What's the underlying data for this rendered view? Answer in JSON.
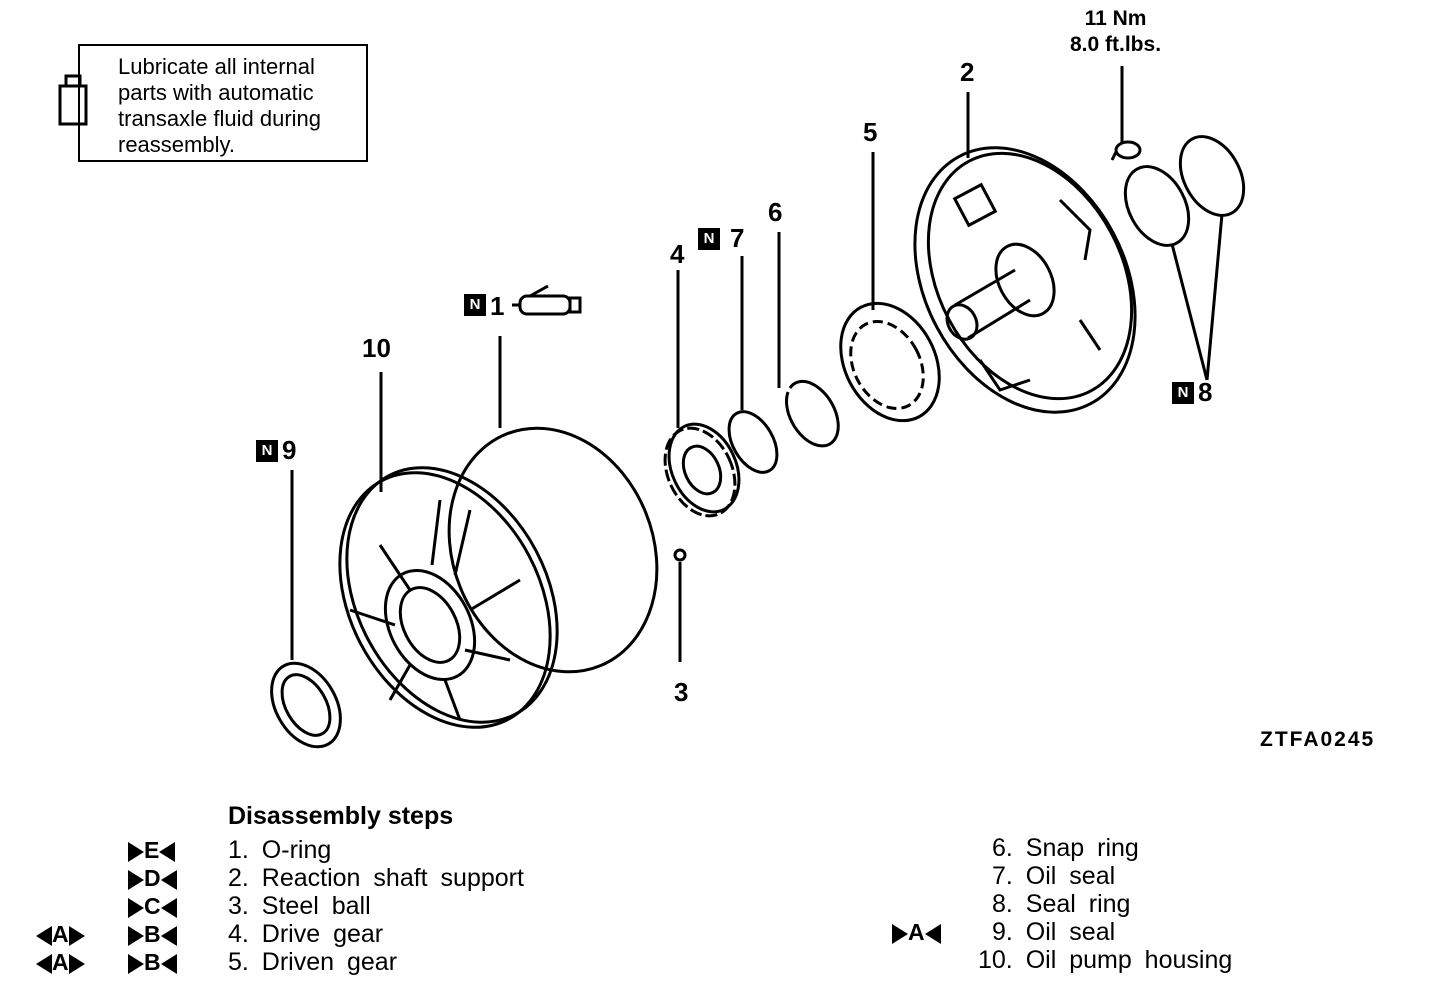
{
  "note": {
    "text": "Lubricate all internal parts with automatic transaxle fluid during reassembly.",
    "icon": "fluid-bottle-icon"
  },
  "torque": {
    "nm": "11 Nm",
    "ftlbs": "8.0 ft.lbs."
  },
  "figure_code": "ZTFA0245",
  "new_part_marker": "N",
  "callouts": {
    "c1": "1",
    "c2": "2",
    "c3": "3",
    "c4": "4",
    "c5": "5",
    "c6": "6",
    "c7": "7",
    "c8": "8",
    "c9": "9",
    "c10": "10"
  },
  "steps_title": "Disassembly steps",
  "steps": [
    {
      "text": "1. O-ring",
      "marks_right": "E"
    },
    {
      "text": "2. Reaction shaft support",
      "marks_right": "D"
    },
    {
      "text": "3. Steel ball",
      "marks_right": "C"
    },
    {
      "text": "4. Drive gear",
      "marks_left": "A",
      "marks_right": "B"
    },
    {
      "text": "5. Driven gear",
      "marks_left": "A",
      "marks_right": "B"
    },
    {
      "text": "6. Snap ring"
    },
    {
      "text": "7. Oil seal"
    },
    {
      "text": "8. Seal ring"
    },
    {
      "text": "9. Oil seal",
      "marks_right": "A"
    },
    {
      "text": "10. Oil pump housing"
    }
  ]
}
